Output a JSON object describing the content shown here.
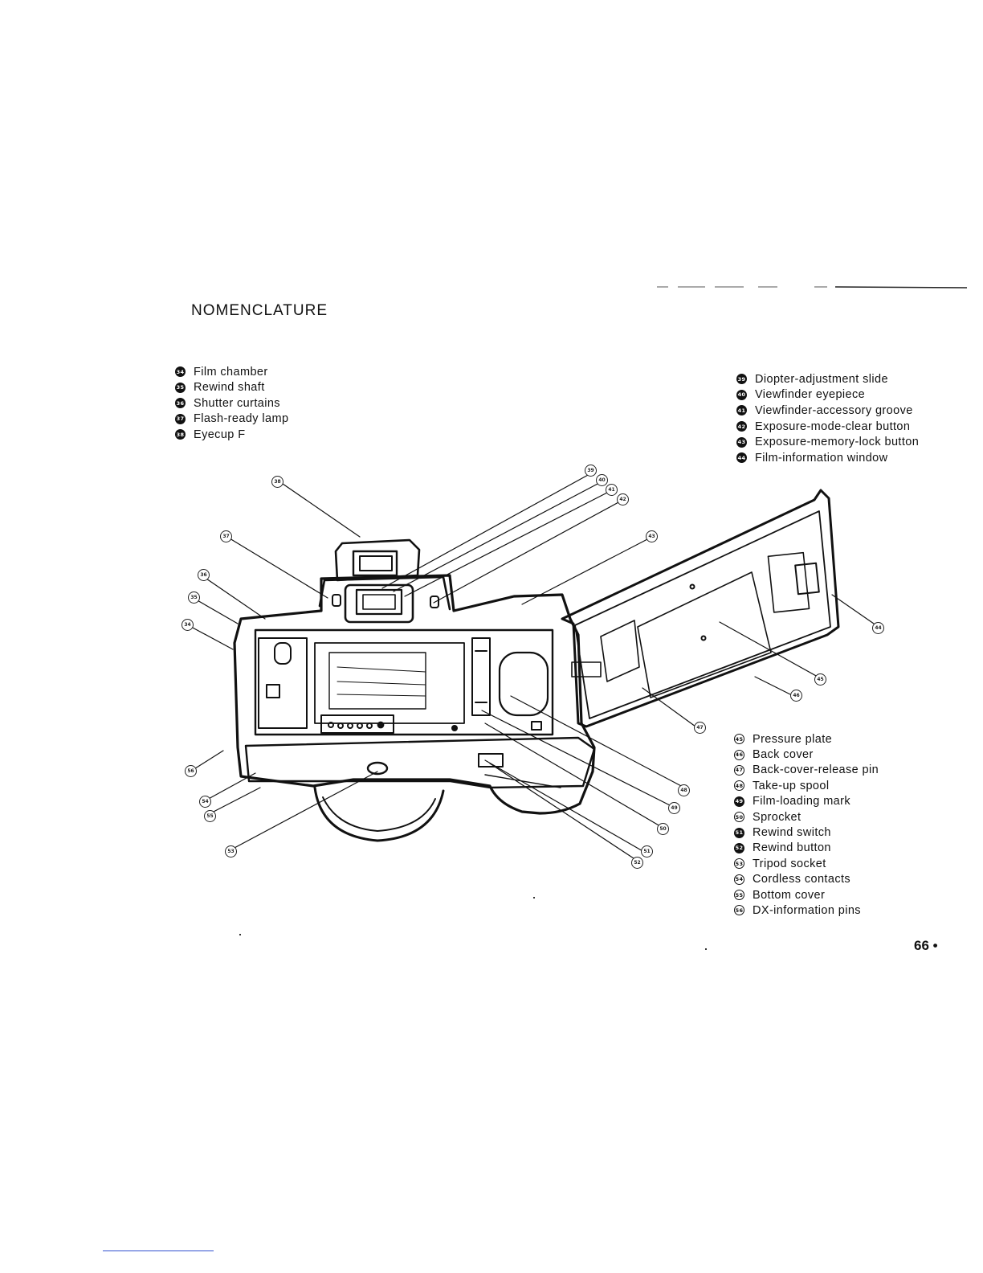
{
  "page": {
    "title": "NOMENCLATURE",
    "number": "66 •"
  },
  "legend_left": [
    {
      "num": "34",
      "label": "Film chamber"
    },
    {
      "num": "35",
      "label": "Rewind shaft"
    },
    {
      "num": "36",
      "label": "Shutter curtains"
    },
    {
      "num": "37",
      "label": "Flash-ready lamp"
    },
    {
      "num": "38",
      "label": "Eyecup F"
    }
  ],
  "legend_right_top": [
    {
      "num": "39",
      "label": "Diopter-adjustment slide"
    },
    {
      "num": "40",
      "label": "Viewfinder eyepiece"
    },
    {
      "num": "41",
      "label": "Viewfinder-accessory groove"
    },
    {
      "num": "42",
      "label": "Exposure-mode-clear button"
    },
    {
      "num": "43",
      "label": "Exposure-memory-lock button"
    },
    {
      "num": "44",
      "label": "Film-information window"
    }
  ],
  "legend_right_bottom": [
    {
      "num": "45",
      "label": "Pressure plate"
    },
    {
      "num": "46",
      "label": "Back cover"
    },
    {
      "num": "47",
      "label": "Back-cover-release pin"
    },
    {
      "num": "48",
      "label": "Take-up spool"
    },
    {
      "num": "49",
      "label": "Film-loading mark"
    },
    {
      "num": "50",
      "label": "Sprocket"
    },
    {
      "num": "51",
      "label": "Rewind switch"
    },
    {
      "num": "52",
      "label": "Rewind button"
    },
    {
      "num": "53",
      "label": "Tripod socket"
    },
    {
      "num": "54",
      "label": "Cordless contacts"
    },
    {
      "num": "55",
      "label": "Bottom cover"
    },
    {
      "num": "56",
      "label": "DX-information pins"
    }
  ],
  "colors": {
    "ink": "#111111",
    "paper": "#ffffff",
    "link_rule": "#3050d0"
  }
}
